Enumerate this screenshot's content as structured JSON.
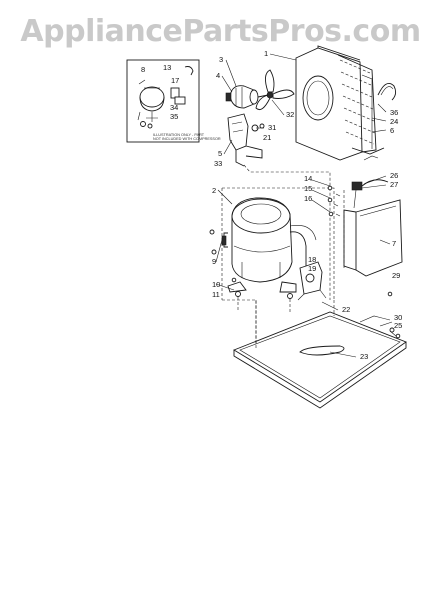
{
  "watermark": "AppliancePartsPros.com",
  "inset_note": [
    "ILLUSTRATION ONLY - PART",
    "NOT INCLUDED WITH COMPRESSOR"
  ],
  "callouts": [
    {
      "id": "c1",
      "text": "1"
    },
    {
      "id": "c2",
      "text": "2"
    },
    {
      "id": "c3",
      "text": "3"
    },
    {
      "id": "c4",
      "text": "4"
    },
    {
      "id": "c5",
      "text": "5"
    },
    {
      "id": "c6",
      "text": "6"
    },
    {
      "id": "c7",
      "text": "7"
    },
    {
      "id": "c8",
      "text": "8"
    },
    {
      "id": "c9",
      "text": "9"
    },
    {
      "id": "c10",
      "text": "10"
    },
    {
      "id": "c11",
      "text": "11"
    },
    {
      "id": "c13",
      "text": "13"
    },
    {
      "id": "c14",
      "text": "14"
    },
    {
      "id": "c15",
      "text": "15"
    },
    {
      "id": "c16",
      "text": "16"
    },
    {
      "id": "c17",
      "text": "17"
    },
    {
      "id": "c18",
      "text": "18"
    },
    {
      "id": "c19",
      "text": "19"
    },
    {
      "id": "c21",
      "text": "21"
    },
    {
      "id": "c22",
      "text": "22"
    },
    {
      "id": "c23",
      "text": "23"
    },
    {
      "id": "c24",
      "text": "24"
    },
    {
      "id": "c25",
      "text": "25"
    },
    {
      "id": "c26",
      "text": "26"
    },
    {
      "id": "c27",
      "text": "27"
    },
    {
      "id": "c29",
      "text": "29"
    },
    {
      "id": "c30",
      "text": "30"
    },
    {
      "id": "c31",
      "text": "31"
    },
    {
      "id": "c32",
      "text": "32"
    },
    {
      "id": "c33",
      "text": "33"
    },
    {
      "id": "c34",
      "text": "34"
    },
    {
      "id": "c35",
      "text": "35"
    },
    {
      "id": "c36",
      "text": "36"
    }
  ]
}
